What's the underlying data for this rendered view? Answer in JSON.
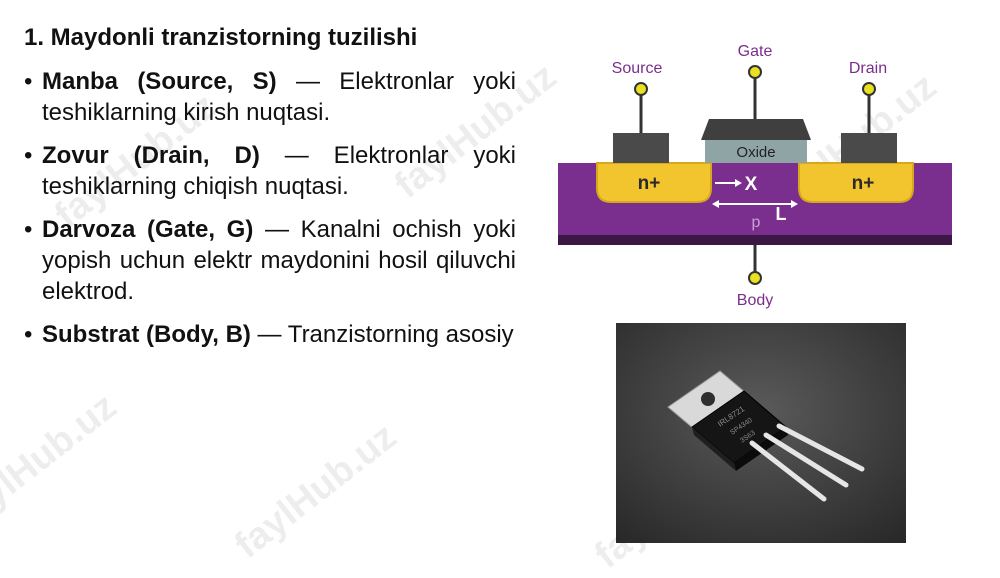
{
  "slide": {
    "title": "1. Maydonli tranzistorning tuzilishi",
    "bullets": [
      {
        "term": "Manba (Source, S)",
        "text": " — Elektronlar yoki teshiklarning kirish nuqtasi."
      },
      {
        "term": "Zovur (Drain, D)",
        "text": " — Elektronlar yoki teshiklarning chiqish nuqtasi."
      },
      {
        "term": "Darvoza (Gate, G)",
        "text": " — Kanalni ochish yoki yopish uchun elektr maydonini hosil qiluvchi elektrod."
      },
      {
        "term": "Substrat (Body, B)",
        "text": " — Tranzistorning asosiy"
      }
    ]
  },
  "diagram": {
    "source_label": "Source",
    "gate_label": "Gate",
    "drain_label": "Drain",
    "body_label": "Body",
    "oxide_label": "Oxide",
    "n_left": "n+",
    "n_right": "n+",
    "x_label": "X",
    "l_label": "L",
    "p_label": "p",
    "colors": {
      "substrate": "#7a2e8e",
      "well": "#f2c52f",
      "metal": "#4a4a4a",
      "oxide": "#8fa5a5",
      "terminal": "#e8e021"
    }
  },
  "photo": {
    "part_text_1": "IRL8721",
    "part_text_2": "SP4340",
    "part_text_3": "3S63"
  },
  "watermark": {
    "text": "faylHub.uz"
  }
}
